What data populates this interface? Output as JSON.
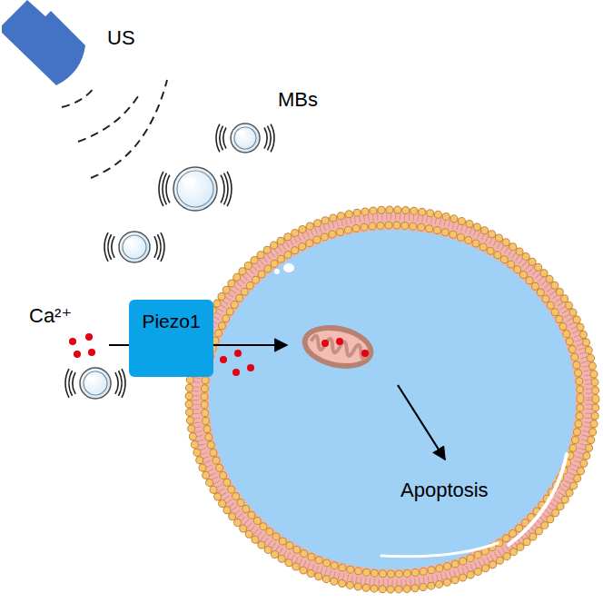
{
  "diagram": {
    "nodes": [
      {
        "text": [
          "Piezo1"
        ]
      }
    ],
    "labels": [
      "US",
      "MBs",
      "Ca²⁺",
      "Apoptosis"
    ]
  }
}
